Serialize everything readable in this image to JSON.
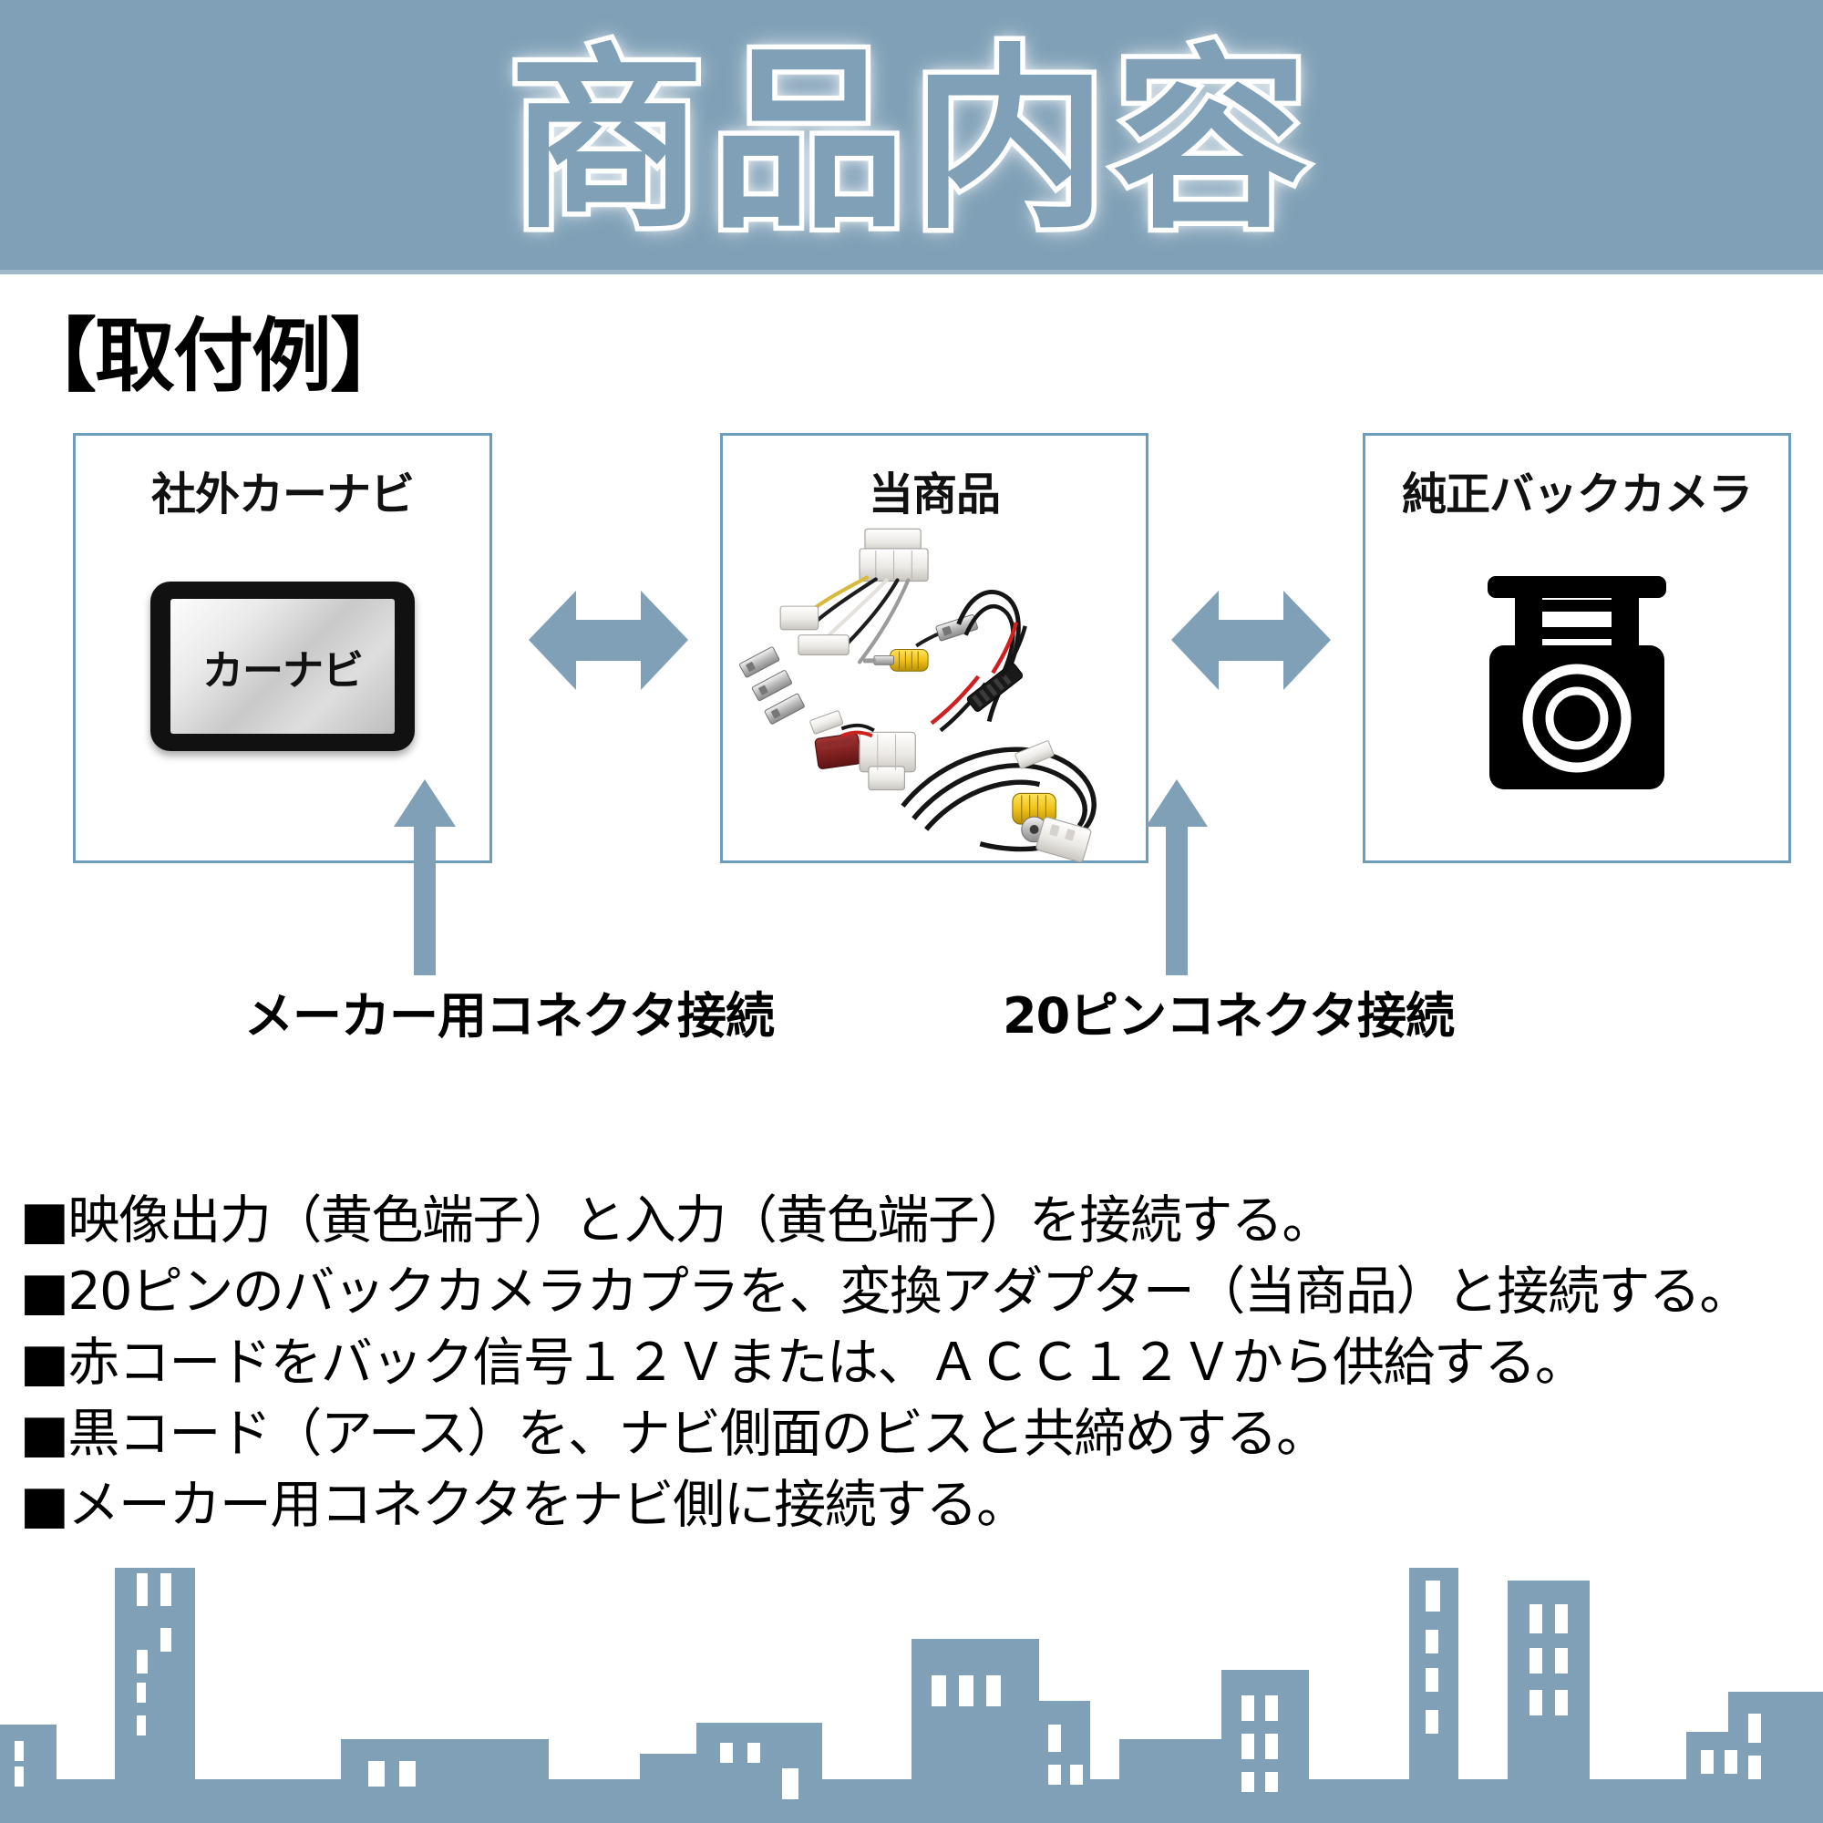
{
  "header": {
    "title": "商品内容",
    "band_color": "#7fa0b7"
  },
  "section": {
    "title": "【取付例】"
  },
  "diagram": {
    "boxes": [
      {
        "name": "aftermarket-navigation",
        "label": "社外カーナビ",
        "device_label": "カーナビ",
        "icon": "car-navigation-screen-icon"
      },
      {
        "name": "this-product",
        "label": "当商品",
        "icon": "wiring-harness-photo"
      },
      {
        "name": "genuine-back-camera",
        "label": "純正バックカメラ",
        "icon": "back-camera-icon"
      }
    ],
    "connectors": [
      {
        "name": "nav-to-product",
        "type": "double-arrow-horizontal"
      },
      {
        "name": "product-to-camera",
        "type": "double-arrow-horizontal"
      }
    ],
    "callouts": [
      {
        "name": "maker-connector",
        "label": "メーカー用コネクタ接続",
        "arrow": "up-arrow"
      },
      {
        "name": "twenty-pin-connector",
        "label": "20ピンコネクタ接続",
        "arrow": "up-arrow"
      }
    ],
    "accent_color": "#7fa0b7",
    "border_color": "#6e9cbb"
  },
  "notes": {
    "bullet": "■",
    "lines": [
      "■映像出力（黄色端子）と入力（黄色端子）を接続する。",
      "■20ピンのバックカメラカプラを、変換アダプター（当商品）と接続する。",
      "■赤コードをバック信号１２Ｖまたは、ＡＣＣ１２Ｖから供給する。",
      "■黒コード（アース）を、ナビ側面のビスと共締めする。",
      "■メーカー用コネクタをナビ側に接続する。"
    ]
  },
  "footer": {
    "skyline_color": "#7fa0b7",
    "window_color": "#ffffff"
  }
}
